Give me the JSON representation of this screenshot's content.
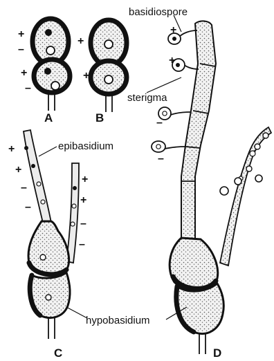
{
  "labels": {
    "basidiospore": "basidiospore",
    "sterigma": "sterigma",
    "epibasidium": "epibasidium",
    "hypobasidium": "hypobasidium"
  },
  "panels": {
    "a": "A",
    "b": "B",
    "c": "C",
    "d": "D"
  },
  "signs": {
    "plus": "+",
    "minus": "–"
  },
  "colors": {
    "ink": "#111111",
    "stipple": "#e2e2e2",
    "background": "#ffffff"
  }
}
